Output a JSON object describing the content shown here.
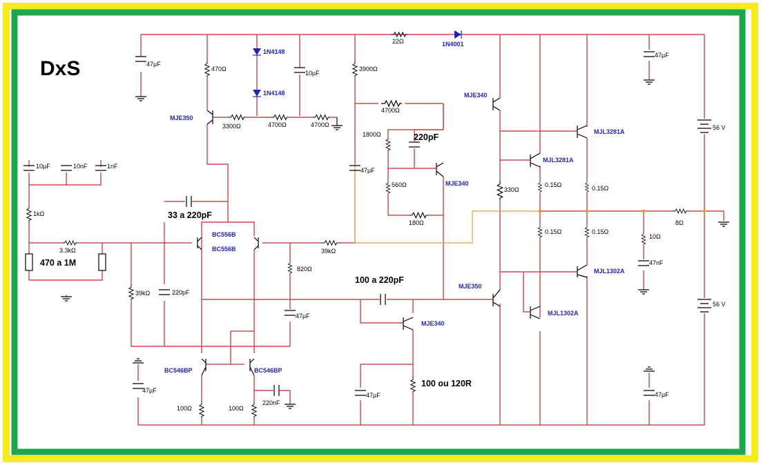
{
  "title": "DxS",
  "colors": {
    "yellow_border": "#f5ec1e",
    "green_border": "#1fa84a",
    "wire": "#c8282d",
    "signal": "#e0a030",
    "component": "#000000",
    "label": "#2424b4"
  },
  "labels": {
    "top_cap": "47µF",
    "r470": "470Ω",
    "d1": "1N4148",
    "d2": "1N4148",
    "c10u_top": "10µF",
    "r3900": "3900Ω",
    "r22": "22Ω",
    "d1n4001": "1N4001",
    "cap_tr": "47µF",
    "q_mje350_top": "MJE350",
    "r3300": "3300Ω",
    "r4700a": "4700Ω",
    "r4700b": "4700Ω",
    "r4700c": "4700Ω",
    "q_mje340_top": "MJE340",
    "r1800": "1800Ω",
    "c220pF_big": "220pF",
    "c47u_mid": "47µF",
    "r560": "560Ω",
    "q_mje340_mid": "MJE340",
    "r180": "180Ω",
    "r330": "330Ω",
    "q_mjl3281_a": "MJL3281A",
    "q_mjl3281_b": "MJL3281A",
    "r015_a": "0.15Ω",
    "r015_b": "0.15Ω",
    "r015_c": "0.15Ω",
    "r015_d": "0.15Ω",
    "v56_top": "56 V",
    "v56_bot": "56 V",
    "r8": "8Ω",
    "r10": "10Ω",
    "c47n": "47nF",
    "q_mjl1302_a": "MJL1302A",
    "q_mjl1302_b": "MJL1302A",
    "c10u_in": "10µF",
    "c10n_in": "10nF",
    "c1n_in": "1nF",
    "r1k": "1kΩ",
    "r33k": "3.3kΩ",
    "pot": "470 a 1M",
    "cap_33_220": "33 a 220pF",
    "q_bc556_a": "BC556B",
    "q_bc556_b": "BC556B",
    "r39k_in": "39kΩ",
    "r39k_fb": "39kΩ",
    "r820": "820Ω",
    "c220p_small": "220pF",
    "cap_100_220": "100 a 220pF",
    "q_mje350_bot": "MJE350",
    "c47u_fb": "47µF",
    "q_mje340_bot": "MJE340",
    "q_bc546_a": "BC546BP",
    "q_bc546_b": "BC546BP",
    "c47u_bl": "47µF",
    "r100_a": "100Ω",
    "r100_b": "100Ω",
    "c220n": "220nF",
    "c47u_bm": "47µF",
    "r100_120": "100 ou 120R",
    "c47u_br": "47µF"
  }
}
